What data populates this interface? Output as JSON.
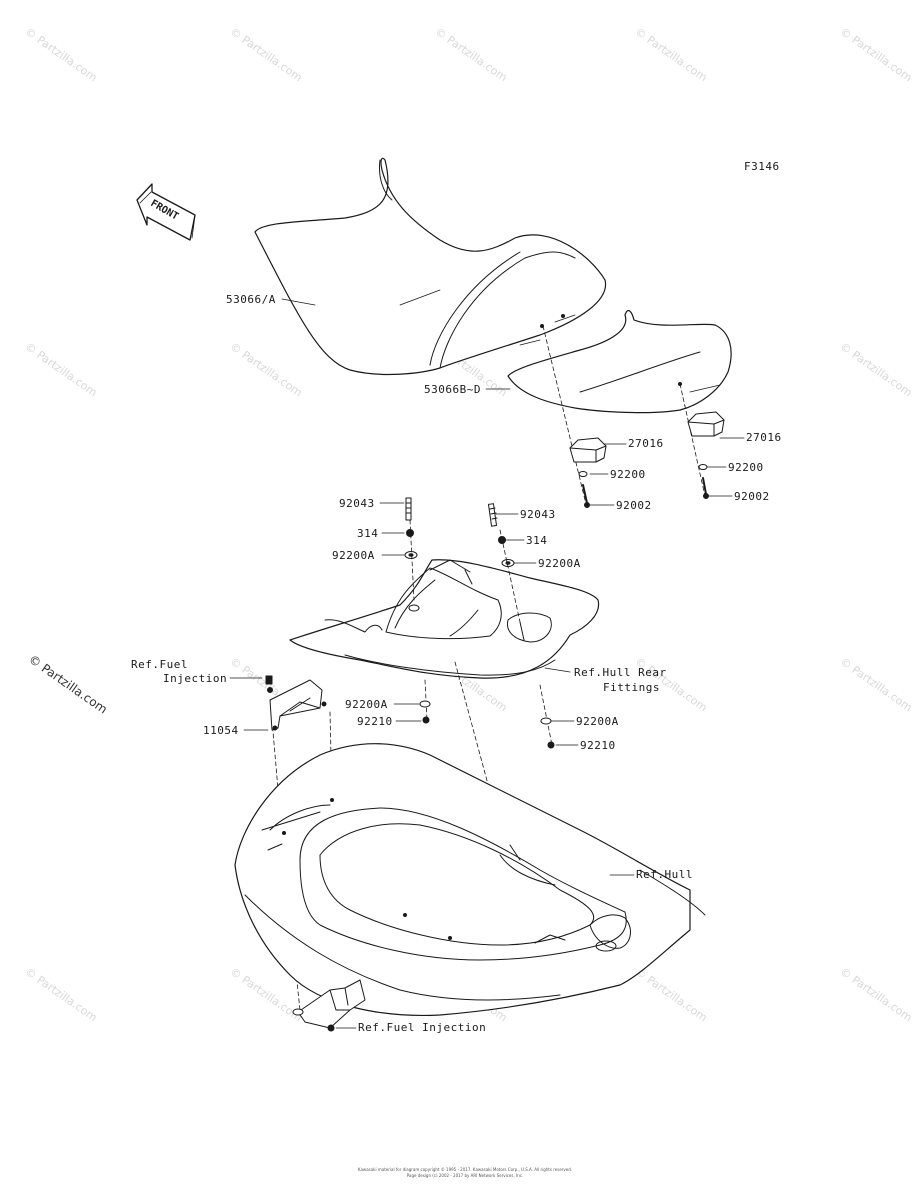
{
  "diagram": {
    "code": "F3146",
    "front_arrow_text": "FRONT"
  },
  "labels": {
    "seat_front": "53066/A",
    "seat_rear": "53066B~D",
    "stopper_center": "27016",
    "stopper_right": "27016",
    "washer_center": "92200",
    "washer_right": "92200",
    "bolt_center": "92002",
    "bolt_right": "92002",
    "stud_left": "92043",
    "stud_right": "92043",
    "nut_left": "314",
    "nut_right": "314",
    "washer_a_left": "92200A",
    "washer_a_right": "92200A",
    "washer_a_lower_mid": "92200A",
    "washer_a_lower_right": "92200A",
    "nut_lower_mid": "92210",
    "nut_lower_right": "92210",
    "ref_fuel_upper_line1": "Ref.Fuel",
    "ref_fuel_upper_line2": "Injection",
    "bracket": "11054",
    "ref_hull_rear_line1": "Ref.Hull Rear",
    "ref_hull_rear_line2": "Fittings",
    "ref_hull": "Ref.Hull",
    "ref_fuel_lower": "Ref.Fuel Injection"
  },
  "watermark": {
    "small": "© Partzilla.com",
    "big": "© Partzilla.com"
  },
  "footer": {
    "line1": "Kawasaki material for diagram copyright © 1995 - 2017. Kawasaki Motors Corp., U.S.A. All rights reserved.",
    "line2": "Page design (c) 2002 - 2017 by ARI Network Services, Inc."
  },
  "colors": {
    "line": "#1a1a1a",
    "watermark": "#d8d8d8",
    "fill": "#ffffff"
  }
}
